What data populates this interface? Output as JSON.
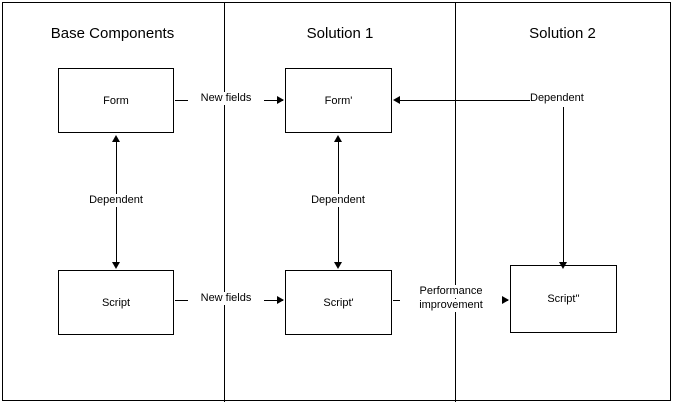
{
  "diagram": {
    "columns": [
      {
        "title": "Base Components"
      },
      {
        "title": "Solution 1"
      },
      {
        "title": "Solution 2"
      }
    ],
    "nodes": [
      {
        "id": "form",
        "label": "Form"
      },
      {
        "id": "script",
        "label": "Script"
      },
      {
        "id": "form1",
        "label": "Form'"
      },
      {
        "id": "script1",
        "label": "Script'"
      },
      {
        "id": "script2",
        "label": "Script''"
      }
    ],
    "edges": [
      {
        "id": "form-script-dependent",
        "label": "Dependent"
      },
      {
        "id": "form1-script1-dependent",
        "label": "Dependent"
      },
      {
        "id": "form-form1-newfields",
        "label": "New fields"
      },
      {
        "id": "script-script1-newfields",
        "label": "New fields"
      },
      {
        "id": "script1-script2-perf-line1",
        "label": "Performance"
      },
      {
        "id": "script1-script2-perf-line2",
        "label": "improvement"
      },
      {
        "id": "script2-form1-dependent",
        "label": "Dependent"
      }
    ]
  }
}
